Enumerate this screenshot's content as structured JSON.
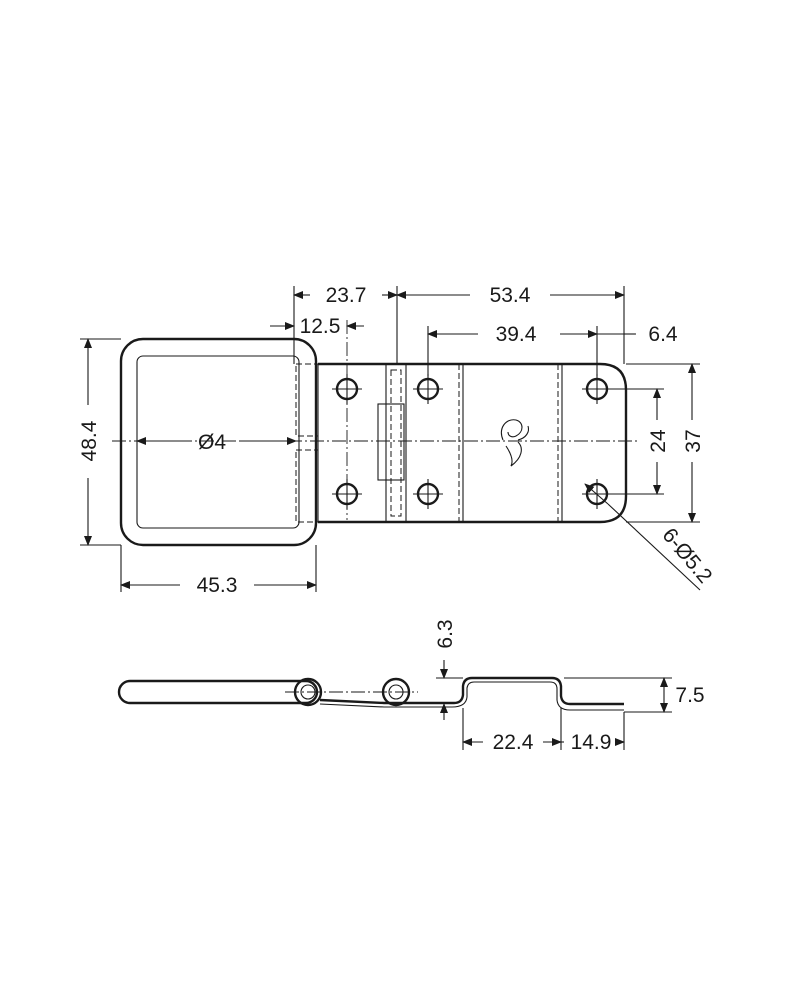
{
  "dimensions": {
    "d_23_7": "23.7",
    "d_53_4": "53.4",
    "d_12_5": "12.5",
    "d_39_4": "39.4",
    "d_6_4": "6.4",
    "d_48_4": "48.4",
    "d_phi4": "Ø4",
    "d_24": "24",
    "d_37": "37",
    "d_holes": "6-Ø5.2",
    "d_45_3": "45.3",
    "d_6_3": "6.3",
    "d_7_5": "7.5",
    "d_22_4": "22.4",
    "d_14_9": "14.9"
  }
}
